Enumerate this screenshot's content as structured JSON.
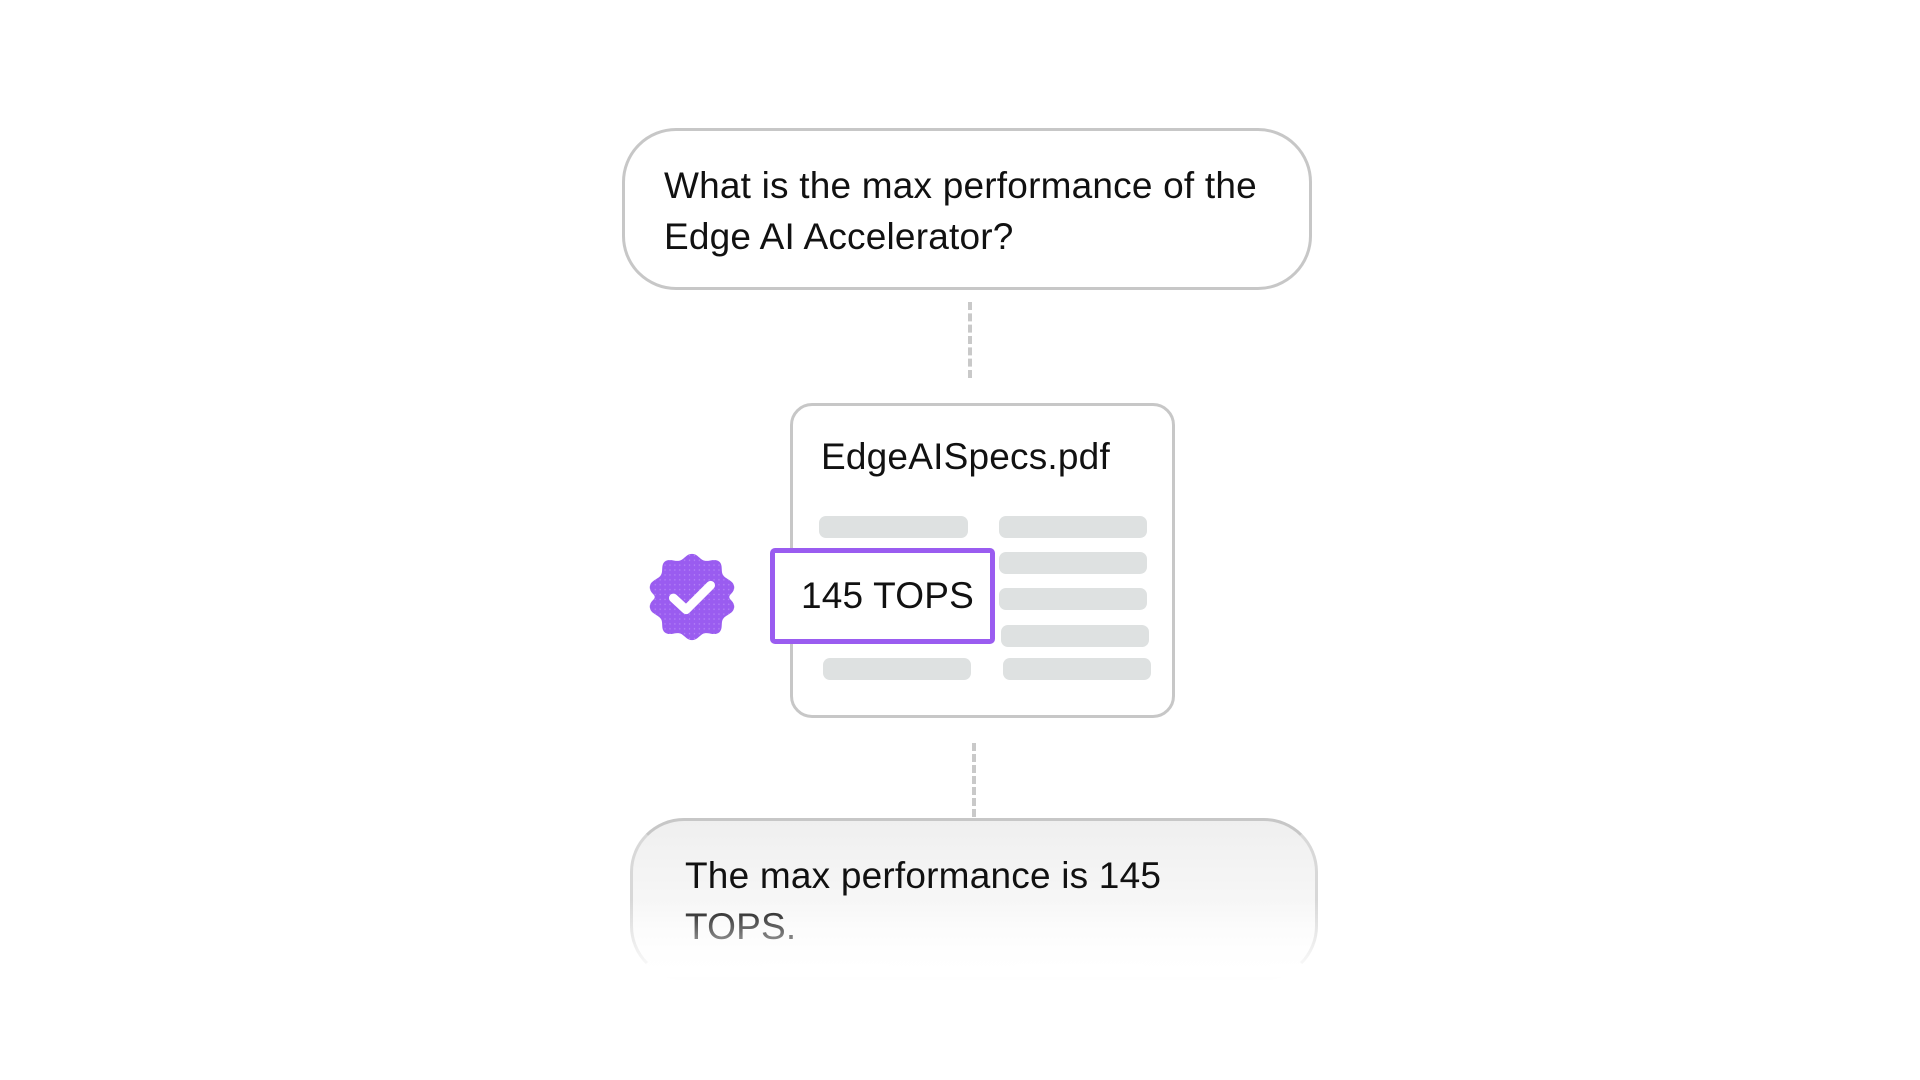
{
  "question": {
    "text": "What is the max performance of the Edge AI Accelerator?"
  },
  "document": {
    "filename": "EdgeAISpecs.pdf",
    "highlighted_value": "145 TOPS"
  },
  "answer": {
    "text": "The max performance is 145 TOPS."
  },
  "badge": {
    "icon": "verified-check-badge-icon",
    "color": "#9a5cf0"
  },
  "colors": {
    "accent": "#9a5cf0",
    "border": "#c7c7c7",
    "placeholder_bar": "#dee1e1",
    "connector": "#c9c9c9"
  }
}
